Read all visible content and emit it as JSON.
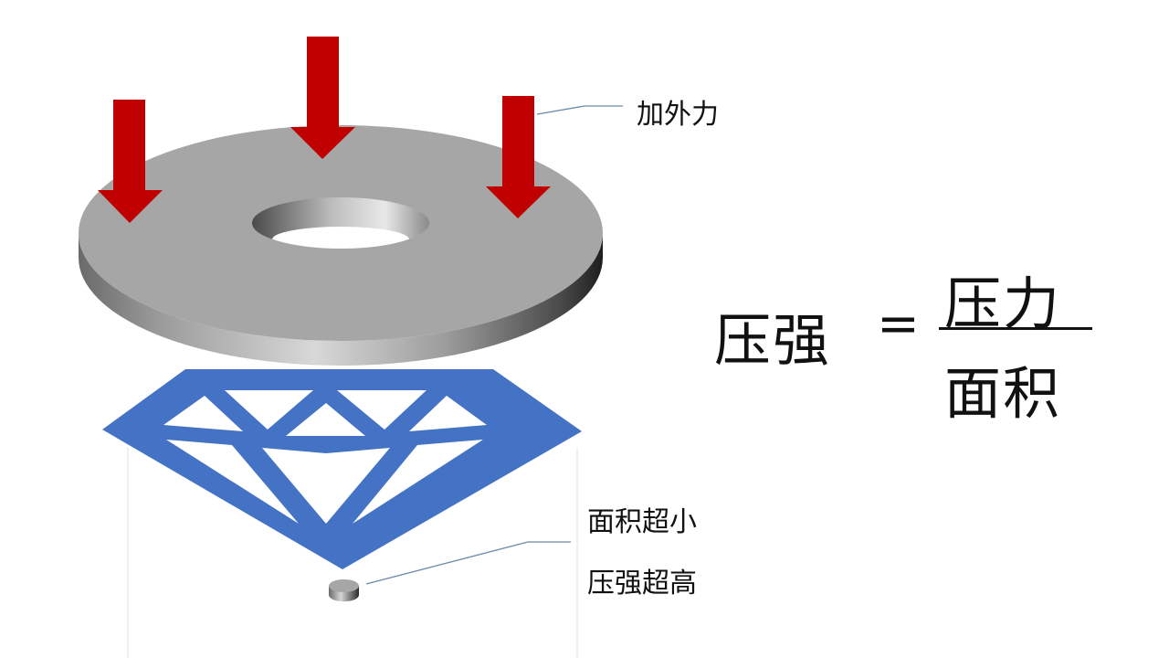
{
  "diagram": {
    "title": "压强 = 压力 / 面积",
    "callouts": {
      "external_force": "加外力",
      "area_small": "面积超小",
      "pressure_high": "压强超高"
    },
    "formula": {
      "lhs": "压强",
      "equals": "=",
      "numerator": "压力",
      "denominator": "面积"
    },
    "elements": {
      "arrows": {
        "count": 3,
        "color": "#c00000",
        "direction": "down"
      },
      "washer": {
        "color": "#a6a6a6",
        "description": "gray annular disc with center hole"
      },
      "diamond": {
        "color": "#4472c4",
        "description": "diamond outline with facets"
      },
      "tip": {
        "color": "#a6a6a6",
        "description": "small gray cylinder at diamond tip"
      },
      "leader_line_color": "#6b8aa8"
    }
  }
}
